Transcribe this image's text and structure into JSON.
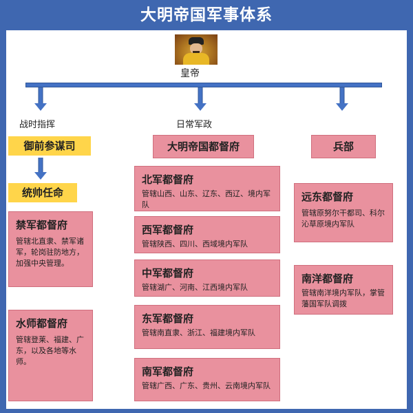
{
  "title": "大明帝国军事体系",
  "emperor_label": "皇帝",
  "sections": {
    "wartime": "战时指挥",
    "daily": "日常军政"
  },
  "wartime": {
    "command_office": "御前参谋司",
    "appointment": "统帅任命",
    "units": [
      {
        "title": "禁军都督府",
        "desc": "管辖北直隶、禁军诸军，轮岗驻防地方，加强中央管理。"
      },
      {
        "title": "水师都督府",
        "desc": "管辖登莱、福建、广东，以及各地等水师。"
      }
    ]
  },
  "daily": {
    "head": "大明帝国都督府",
    "units": [
      {
        "title": "北军都督府",
        "desc": "管辖山西、山东、辽东、西辽、境内军队"
      },
      {
        "title": "西军都督府",
        "desc": "管辖陕西、四川、西域境内军队"
      },
      {
        "title": "中军都督府",
        "desc": "管辖湖广、河南、江西境内军队"
      },
      {
        "title": "东军都督府",
        "desc": "管辖南直隶、浙江、福建境内军队"
      },
      {
        "title": "南军都督府",
        "desc": "管辖广西、广东、贵州、云南境内军队"
      }
    ]
  },
  "ministry": {
    "head": "兵部",
    "units": [
      {
        "title": "远东都督府",
        "desc": "管辖原努尔干都司、科尔沁草原境内军队"
      },
      {
        "title": "南洋都督府",
        "desc": "管辖南洋境内军队，掌管藩国军队调拨"
      }
    ]
  },
  "colors": {
    "header": "#3f67b0",
    "arrow": "#4472c4",
    "yellow_box": "#ffd54a",
    "pink_box": "#e9919e"
  }
}
